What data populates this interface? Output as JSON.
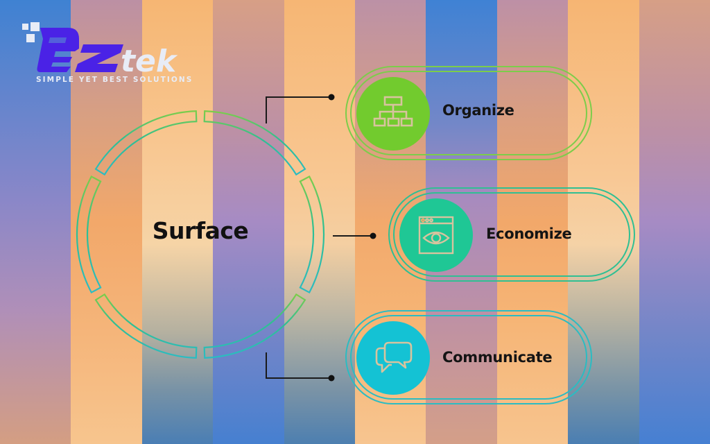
{
  "brand": {
    "logo_text_prefix": "EZ",
    "logo_text_suffix": "tek",
    "tagline": "SIMPLE YET BEST SOLUTIONS",
    "colors": {
      "primary": "#4a22e6",
      "light": "#e8ecf6"
    }
  },
  "diagram": {
    "center": {
      "label": "Surface",
      "ring_colors": [
        "#7ccd4a",
        "#2fbf93",
        "#2bbcc2"
      ]
    },
    "items": [
      {
        "label": "Organize",
        "icon": "hierarchy-chart-icon",
        "color": "#72cb2e",
        "outline": "#7ccd4a"
      },
      {
        "label": "Economize",
        "icon": "browser-eye-icon",
        "color": "#1fc795",
        "outline": "#2fbf93"
      },
      {
        "label": "Communicate",
        "icon": "chat-bubbles-icon",
        "color": "#14c2d4",
        "outline": "#2bbcc2"
      }
    ],
    "icon_stroke_color": "#d8c39e",
    "connector_color": "#111111"
  }
}
